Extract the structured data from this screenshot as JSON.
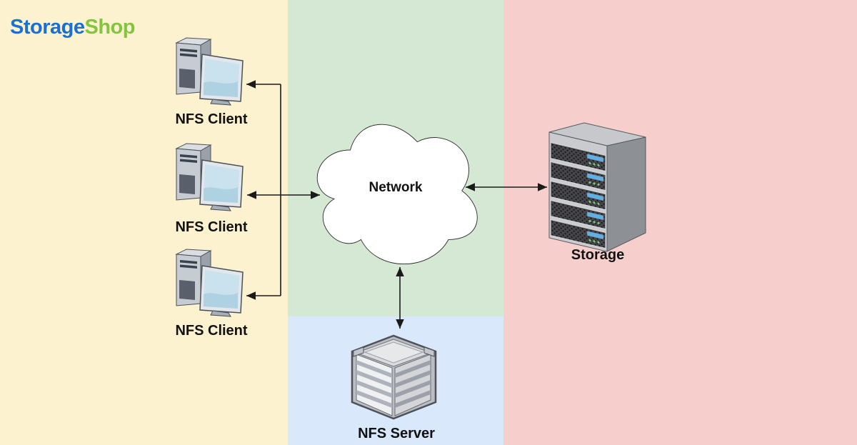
{
  "palette": {
    "bg-yellow": "#FCF2CF",
    "bg-green": "#D5E8D4",
    "bg-blue": "#DAE8FC",
    "bg-pink": "#F6CFCC",
    "logo-blue": "#1A70D2",
    "logo-green": "#85C440",
    "line": "#1A1A1A",
    "label": "#111111"
  },
  "logo": {
    "first": "Storage",
    "second": "Shop"
  },
  "nodes": {
    "clients": [
      {
        "label": "NFS Client"
      },
      {
        "label": "NFS Client"
      },
      {
        "label": "NFS Client"
      }
    ],
    "network": {
      "label": "Network"
    },
    "storage": {
      "label": "Storage"
    },
    "server": {
      "label": "NFS Server"
    }
  }
}
